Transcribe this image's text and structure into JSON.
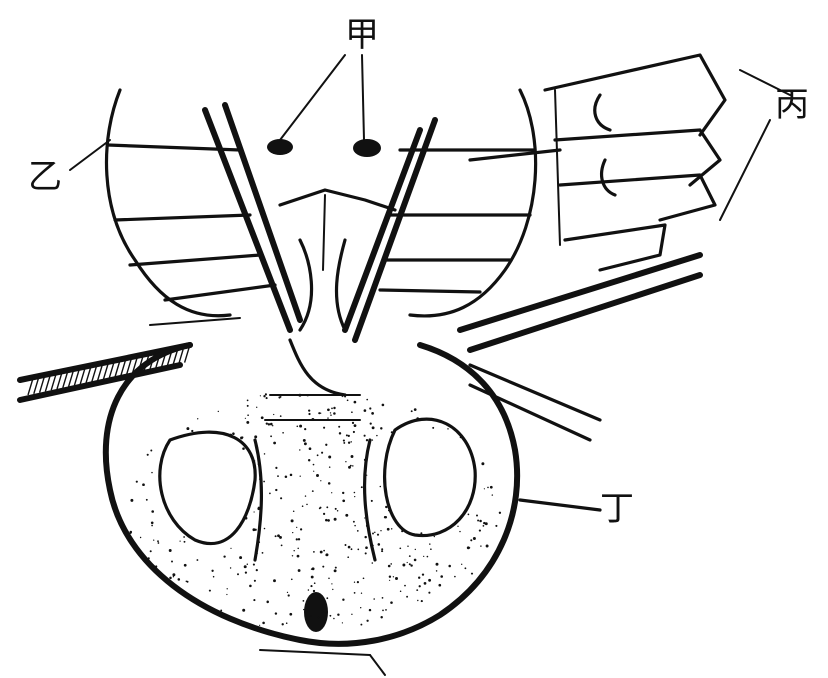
{
  "figure": {
    "labels": {
      "top": "甲",
      "left": "乙",
      "right": "丙",
      "bottom_right": "丁"
    },
    "colors": {
      "ink": "#111111",
      "paper": "#ffffff"
    }
  }
}
